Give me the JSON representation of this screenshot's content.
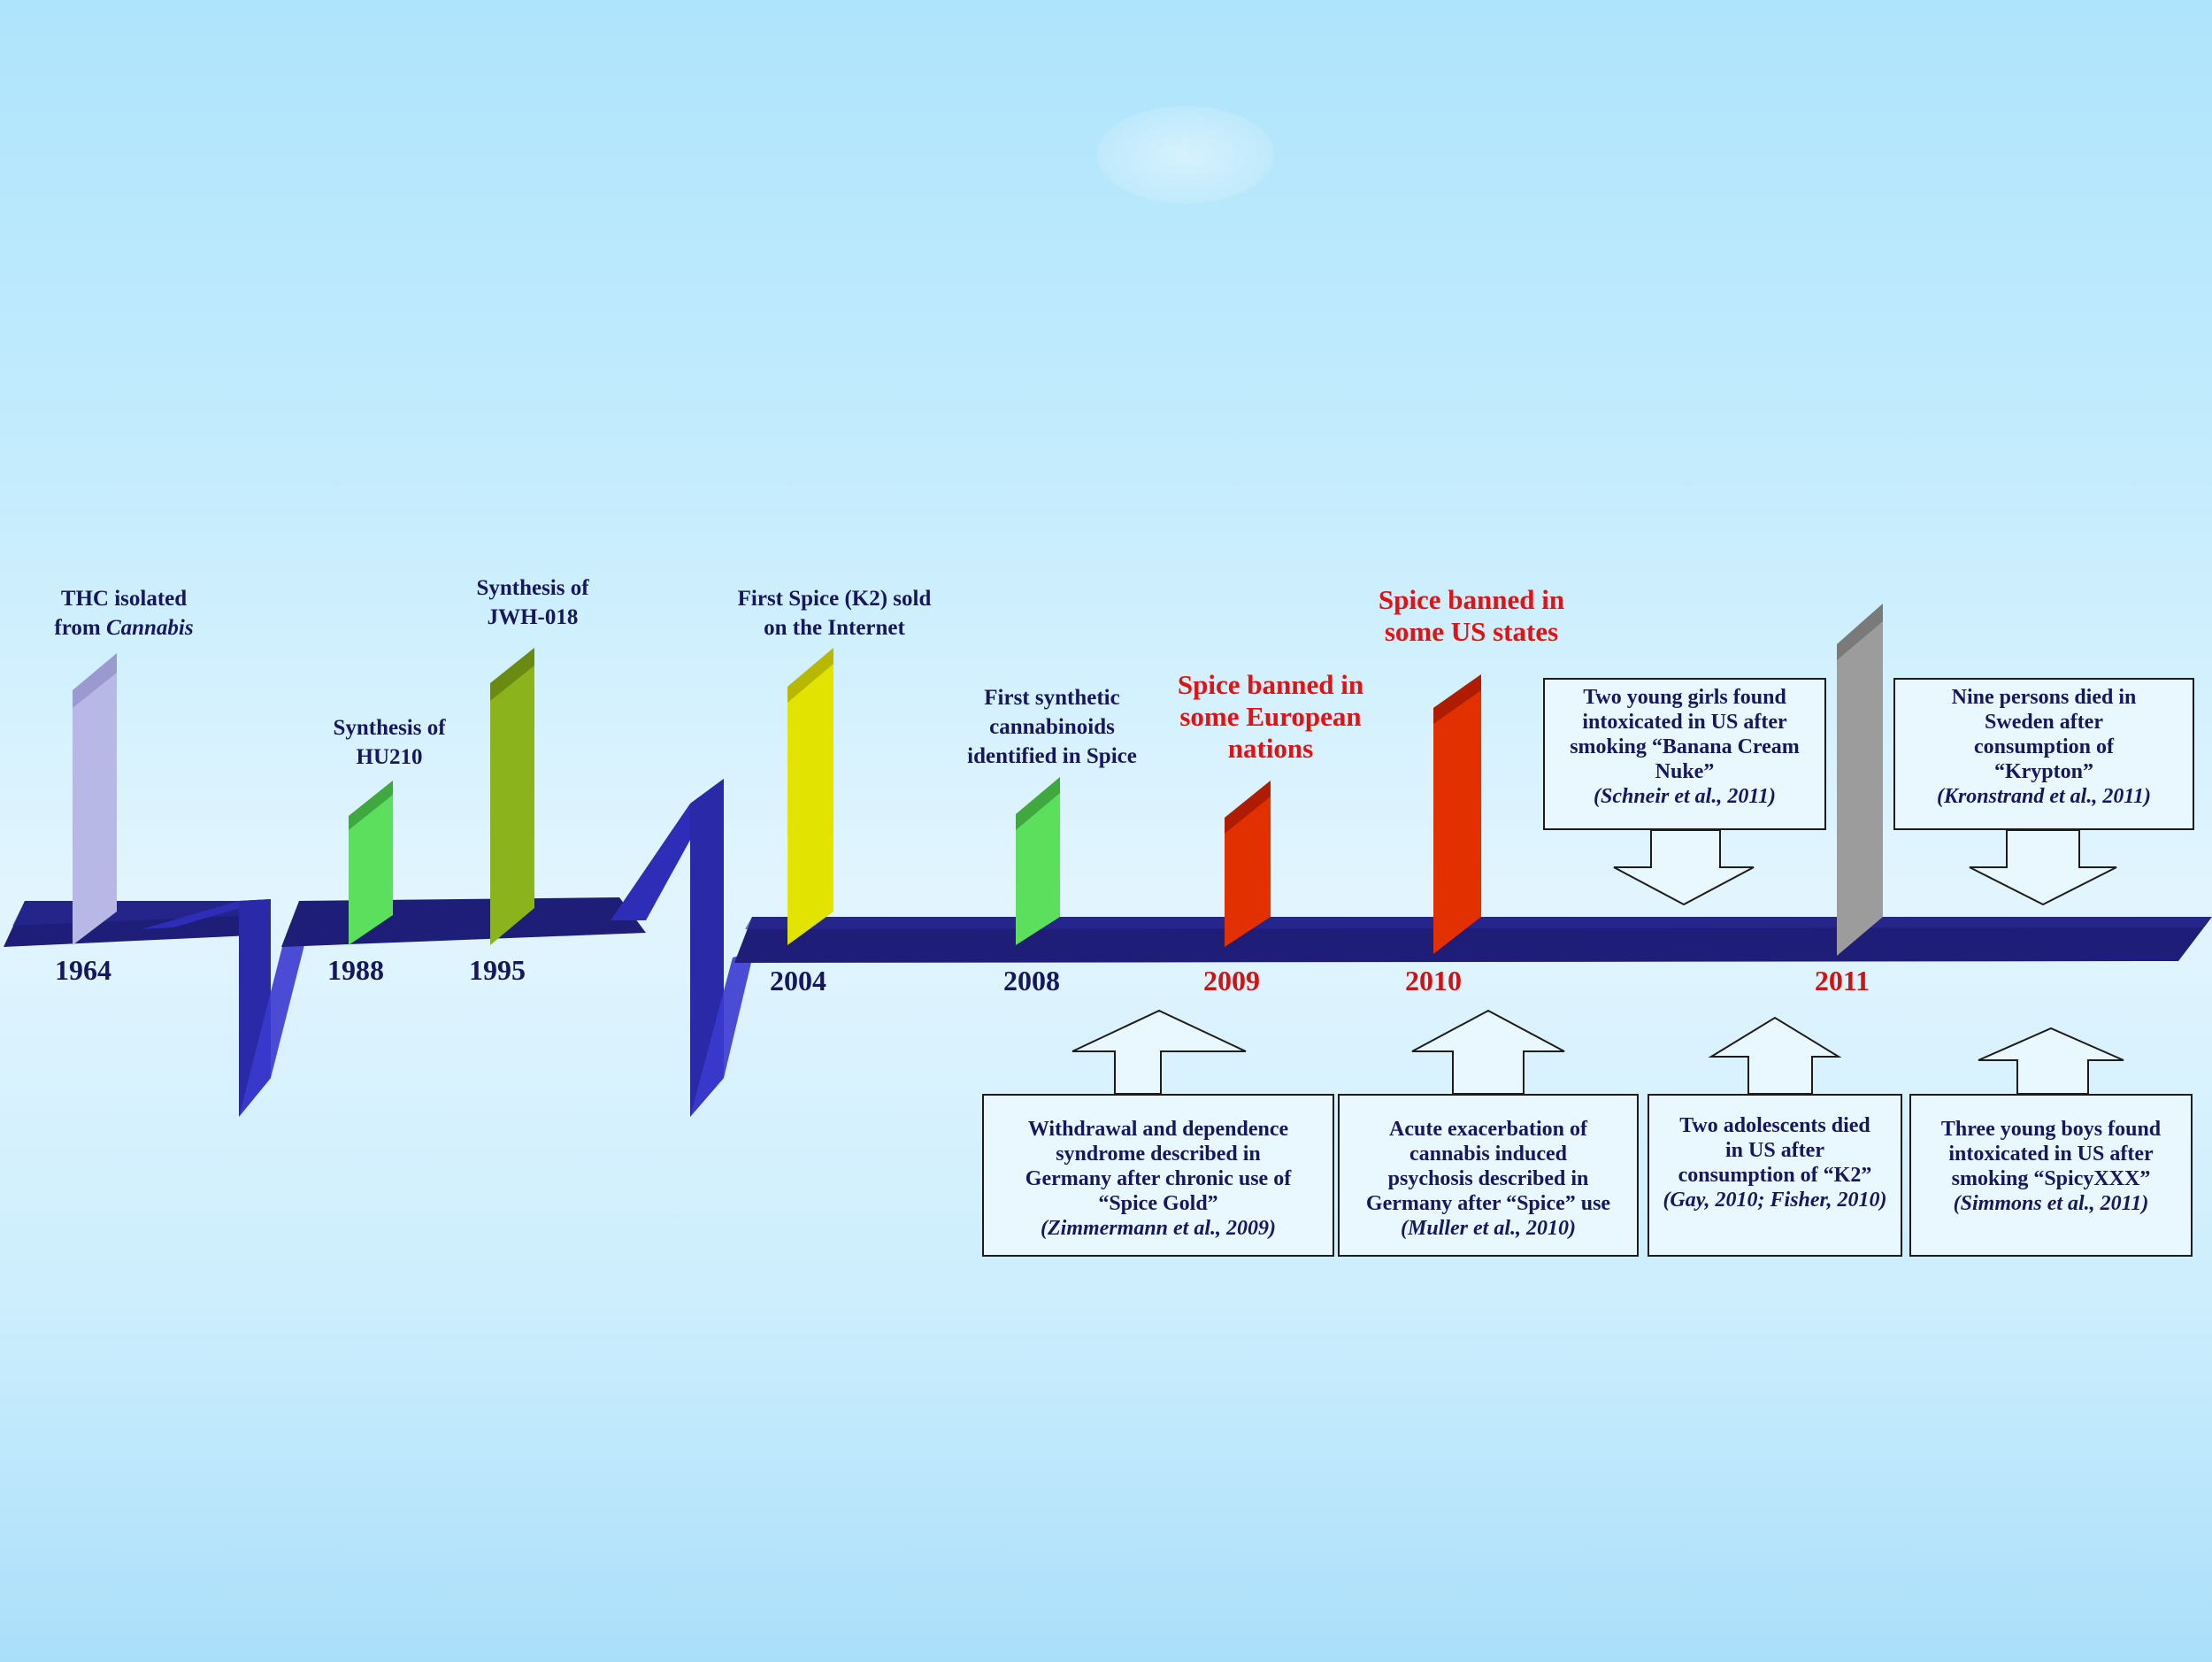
{
  "timeline": {
    "years": [
      {
        "label": "1964",
        "color": "#17175e"
      },
      {
        "label": "1988",
        "color": "#17175e"
      },
      {
        "label": "1995",
        "color": "#17175e"
      },
      {
        "label": "2004",
        "color": "#17175e"
      },
      {
        "label": "2008",
        "color": "#17175e"
      },
      {
        "label": "2009",
        "color": "#cf1313"
      },
      {
        "label": "2010",
        "color": "#cf1313"
      },
      {
        "label": "2011",
        "color": "#cf1313"
      }
    ],
    "bar_colors": {
      "1964": "#b8b8e6",
      "1988": "#5cdf5c",
      "1995": "#8ab31c",
      "2004": "#e3e300",
      "2008": "#5cdf5c",
      "2009": "#e23000",
      "2010": "#e23000",
      "2011": "#9c9c9c"
    },
    "track_color": "#1e1e78",
    "break_color": "#2d2db8"
  },
  "events": {
    "thc": {
      "line1": "THC  isolated",
      "line2_prefix": "from ",
      "line2_italic": "Cannabis"
    },
    "hu210": {
      "line1": "Synthesis of",
      "line2": "HU210"
    },
    "jwh018": {
      "line1": "Synthesis of",
      "line2": "JWH-018"
    },
    "spice_sold": {
      "line1": "First Spice (K2)  sold",
      "line2": "on the Internet"
    },
    "first_synthetic": {
      "line1": "First synthetic",
      "line2": "cannabinoids",
      "line3": "identified  in Spice"
    },
    "ban_europe": {
      "line1": "Spice banned in",
      "line2": "some European",
      "line3": "nations"
    },
    "ban_us": {
      "line1": "Spice banned in",
      "line2": "some US states"
    }
  },
  "boxes": {
    "withdrawal": {
      "lines": [
        "Withdrawal  and dependence",
        "syndrome  described  in",
        "Germany  after chronic use of",
        "“Spice Gold”"
      ],
      "cite": "(Zimmermann  et al., 2009)"
    },
    "psychosis": {
      "lines": [
        "Acute exacerbation  of",
        "cannabis  induced",
        "psychosis described  in",
        "Germany  after “Spice” use"
      ],
      "cite": "(Muller et al., 2010)"
    },
    "girls": {
      "lines": [
        "Two  young  girls found",
        "intoxicated  in US after",
        "smoking “Banana Cream",
        "Nuke”"
      ],
      "cite": "(Schneir  et al., 2011)"
    },
    "sweden": {
      "lines": [
        "Nine persons died  in",
        "Sweden  after",
        "consumption  of",
        "“Krypton”"
      ],
      "cite": "(Kronstrand et al., 2011)"
    },
    "adolescents": {
      "lines": [
        "Two  adolescents died",
        "in US after",
        "consumption  of “K2”"
      ],
      "cite": "(Gay, 2010; Fisher, 2010)"
    },
    "boys": {
      "lines": [
        "Three young boys found",
        "intoxicated  in US after",
        "smoking “SpicyXXX”"
      ],
      "cite": "(Simmons et al., 2011)"
    }
  }
}
